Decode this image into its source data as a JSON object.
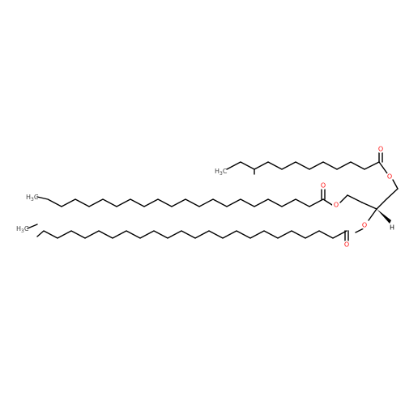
{
  "structure": {
    "atoms": {
      "o_top_ester": "O",
      "o_top_carbonyl": "O",
      "o_mid_ester": "O",
      "o_mid_carbonyl": "O",
      "o_low_ester": "O",
      "o_low_carbonyl": "O",
      "stereo_h": "H"
    },
    "groups": {
      "top_chain_end": {
        "main": "H",
        "sub": "3",
        "tail": "C"
      },
      "middle_chain_end": {
        "main": "H",
        "sub": "3",
        "tail": "C"
      },
      "bottom_chain_end": {
        "main": "H",
        "sub": "3",
        "tail": "C"
      }
    },
    "colors": {
      "bond": "#000000",
      "oxygen": "#ff0d0d",
      "carbon_label": "#404040"
    }
  }
}
